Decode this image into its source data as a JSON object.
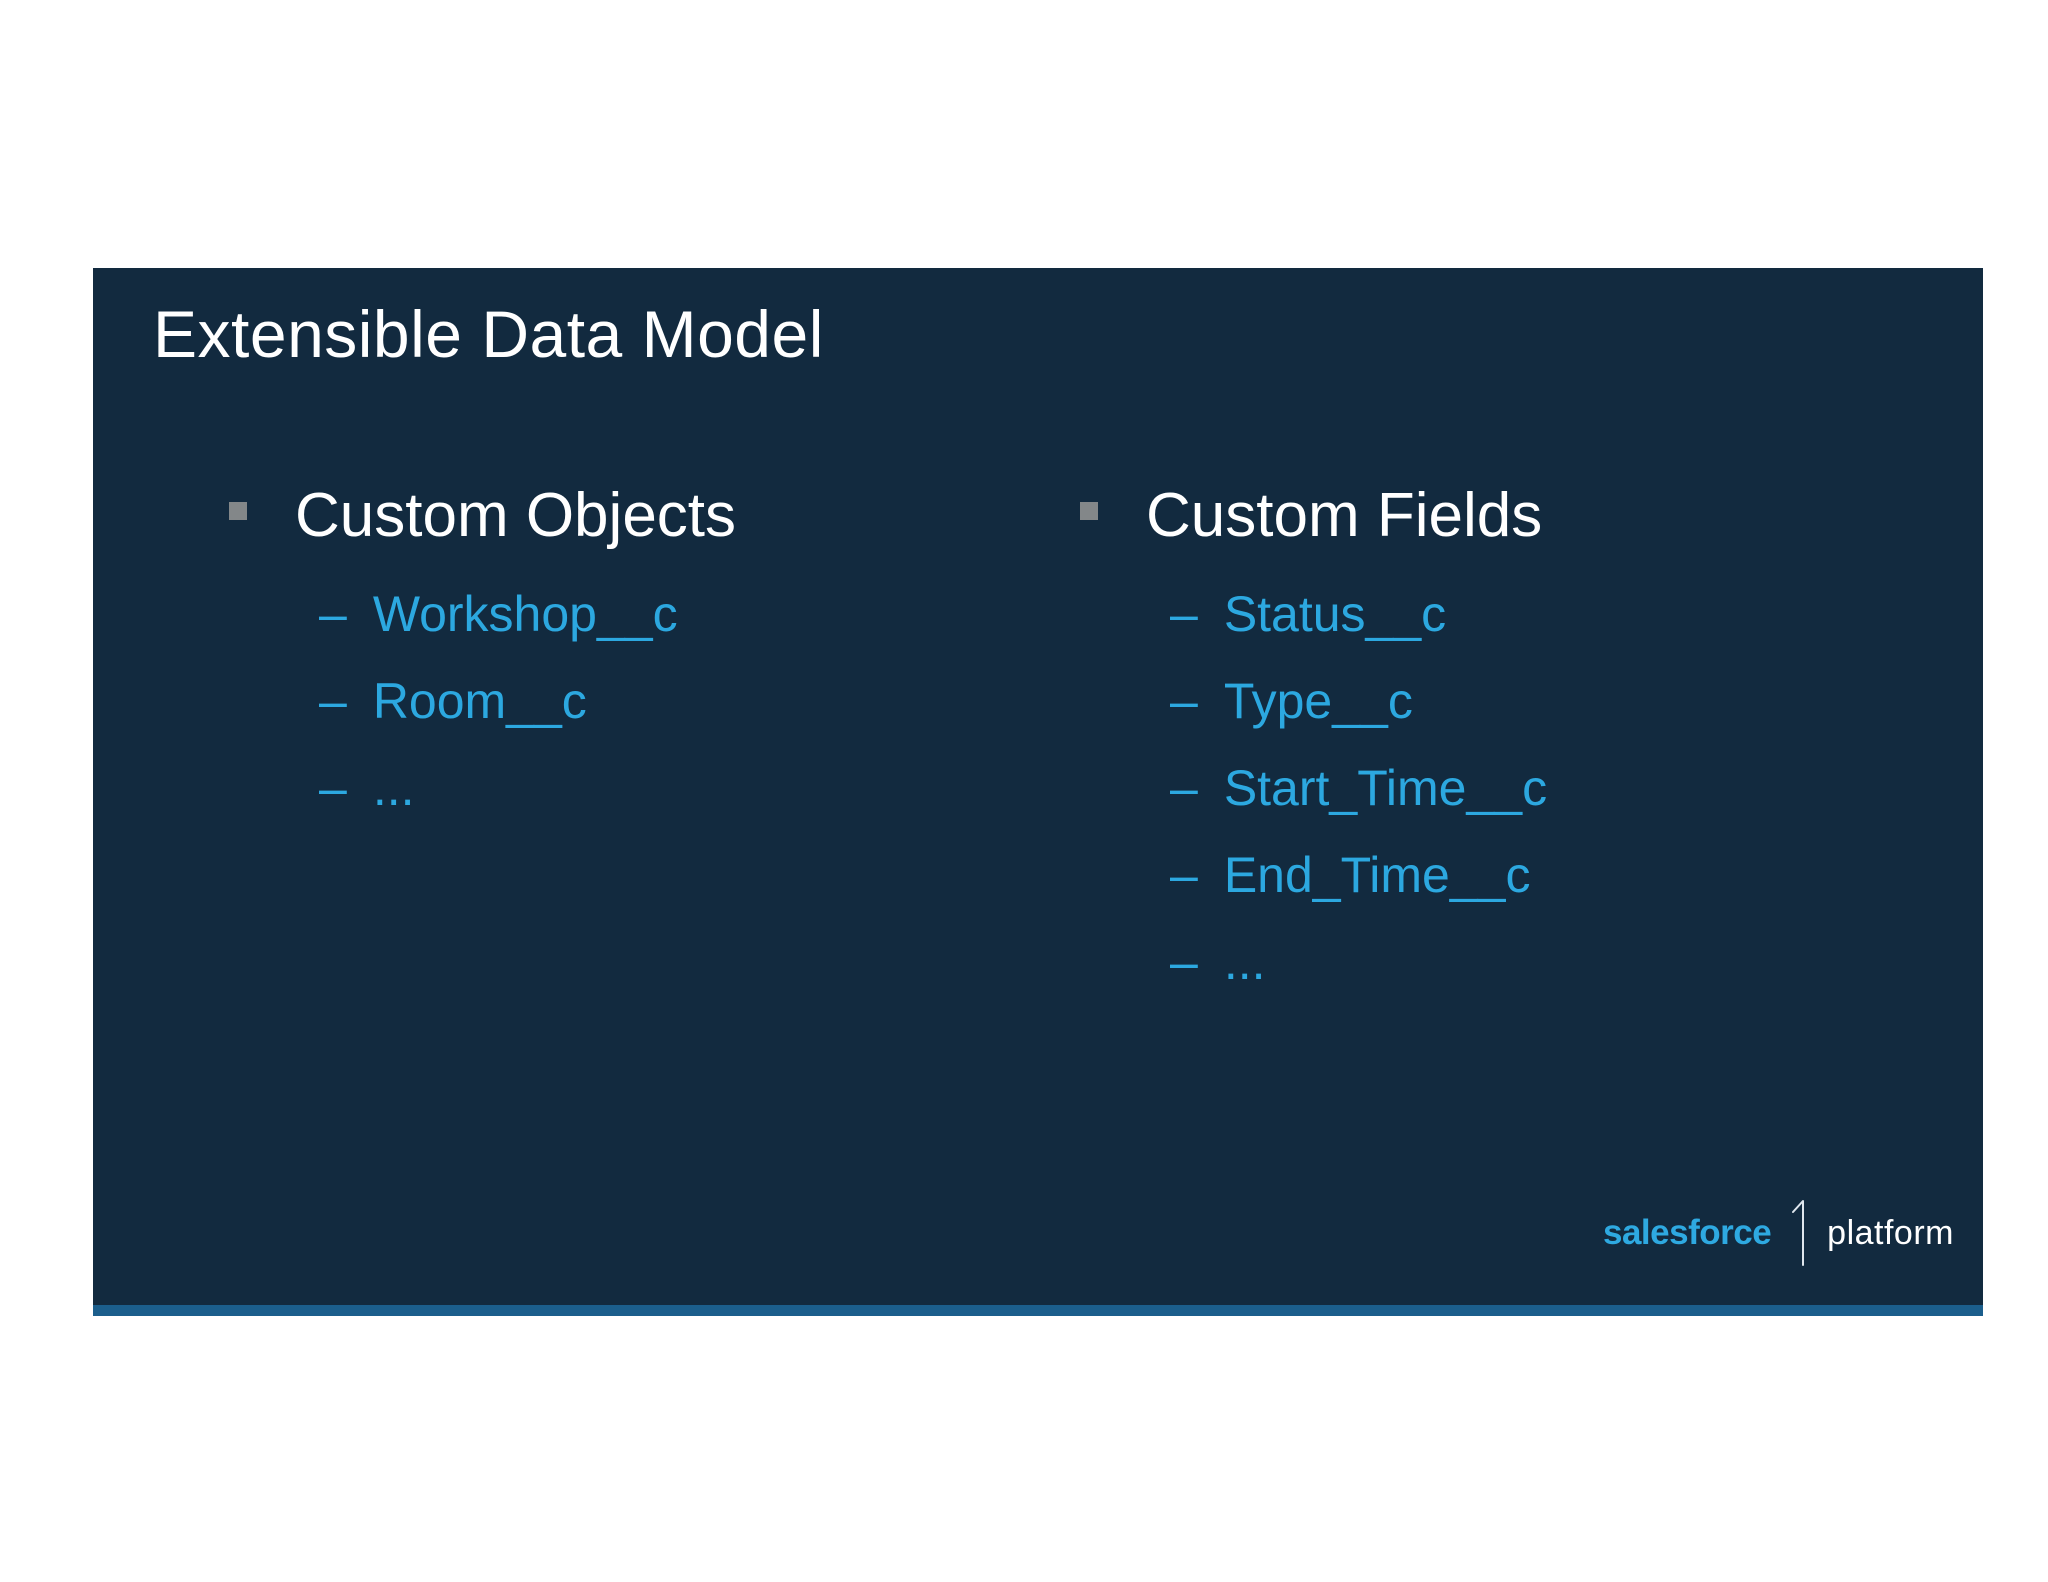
{
  "slide": {
    "title": "Extensible Data Model",
    "bullet_marker": "–",
    "columns": [
      {
        "heading": "Custom Objects",
        "items": [
          "Workshop__c",
          "Room__c",
          "..."
        ]
      },
      {
        "heading": "Custom Fields",
        "items": [
          "Status__c",
          "Type__c",
          "Start_Time__c",
          "End_Time__c",
          "..."
        ]
      }
    ],
    "logo": {
      "brand": "salesforce",
      "product": "platform"
    },
    "colors": {
      "slide_background": "#122a3f",
      "bottom_bar": "#1b5e8c",
      "accent_text": "#2ca8e0",
      "bullet_square": "#838789",
      "title_text": "#ffffff",
      "brand_blue": "#2ea9e1",
      "page_background": "#ffffff"
    }
  }
}
